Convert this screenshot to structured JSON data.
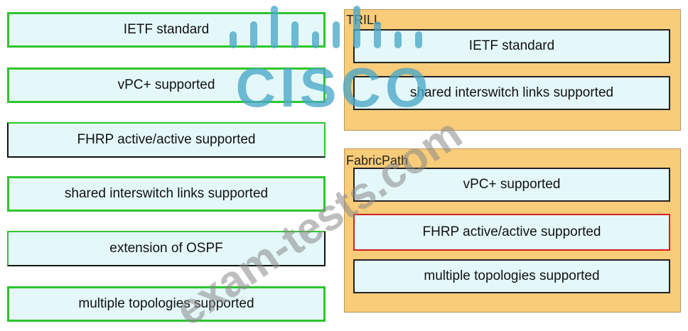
{
  "source_items": [
    {
      "label": "IETF standard"
    },
    {
      "label": "vPC+ supported"
    },
    {
      "label": "FHRP active/active supported"
    },
    {
      "label": "shared interswitch links supported"
    },
    {
      "label": "extension of OSPF"
    },
    {
      "label": "multiple topologies supported"
    }
  ],
  "groups": {
    "trill": {
      "title": "TRILL",
      "items": [
        {
          "label": "IETF standard"
        },
        {
          "label": "shared interswitch links supported"
        }
      ]
    },
    "fabricpath": {
      "title": "FabricPath",
      "items": [
        {
          "label": "vPC+ supported"
        },
        {
          "label": "FHRP active/active supported"
        },
        {
          "label": "multiple topologies supported"
        }
      ]
    }
  },
  "watermark": {
    "brand": "CISCO",
    "site": "exam-tests.com"
  },
  "colors": {
    "item_bg": "#e4f8fa",
    "group_bg": "#f9cc7a",
    "correct_border": "#2ec52e",
    "selected_border": "#d42020",
    "watermark": "#4aa8c8"
  }
}
